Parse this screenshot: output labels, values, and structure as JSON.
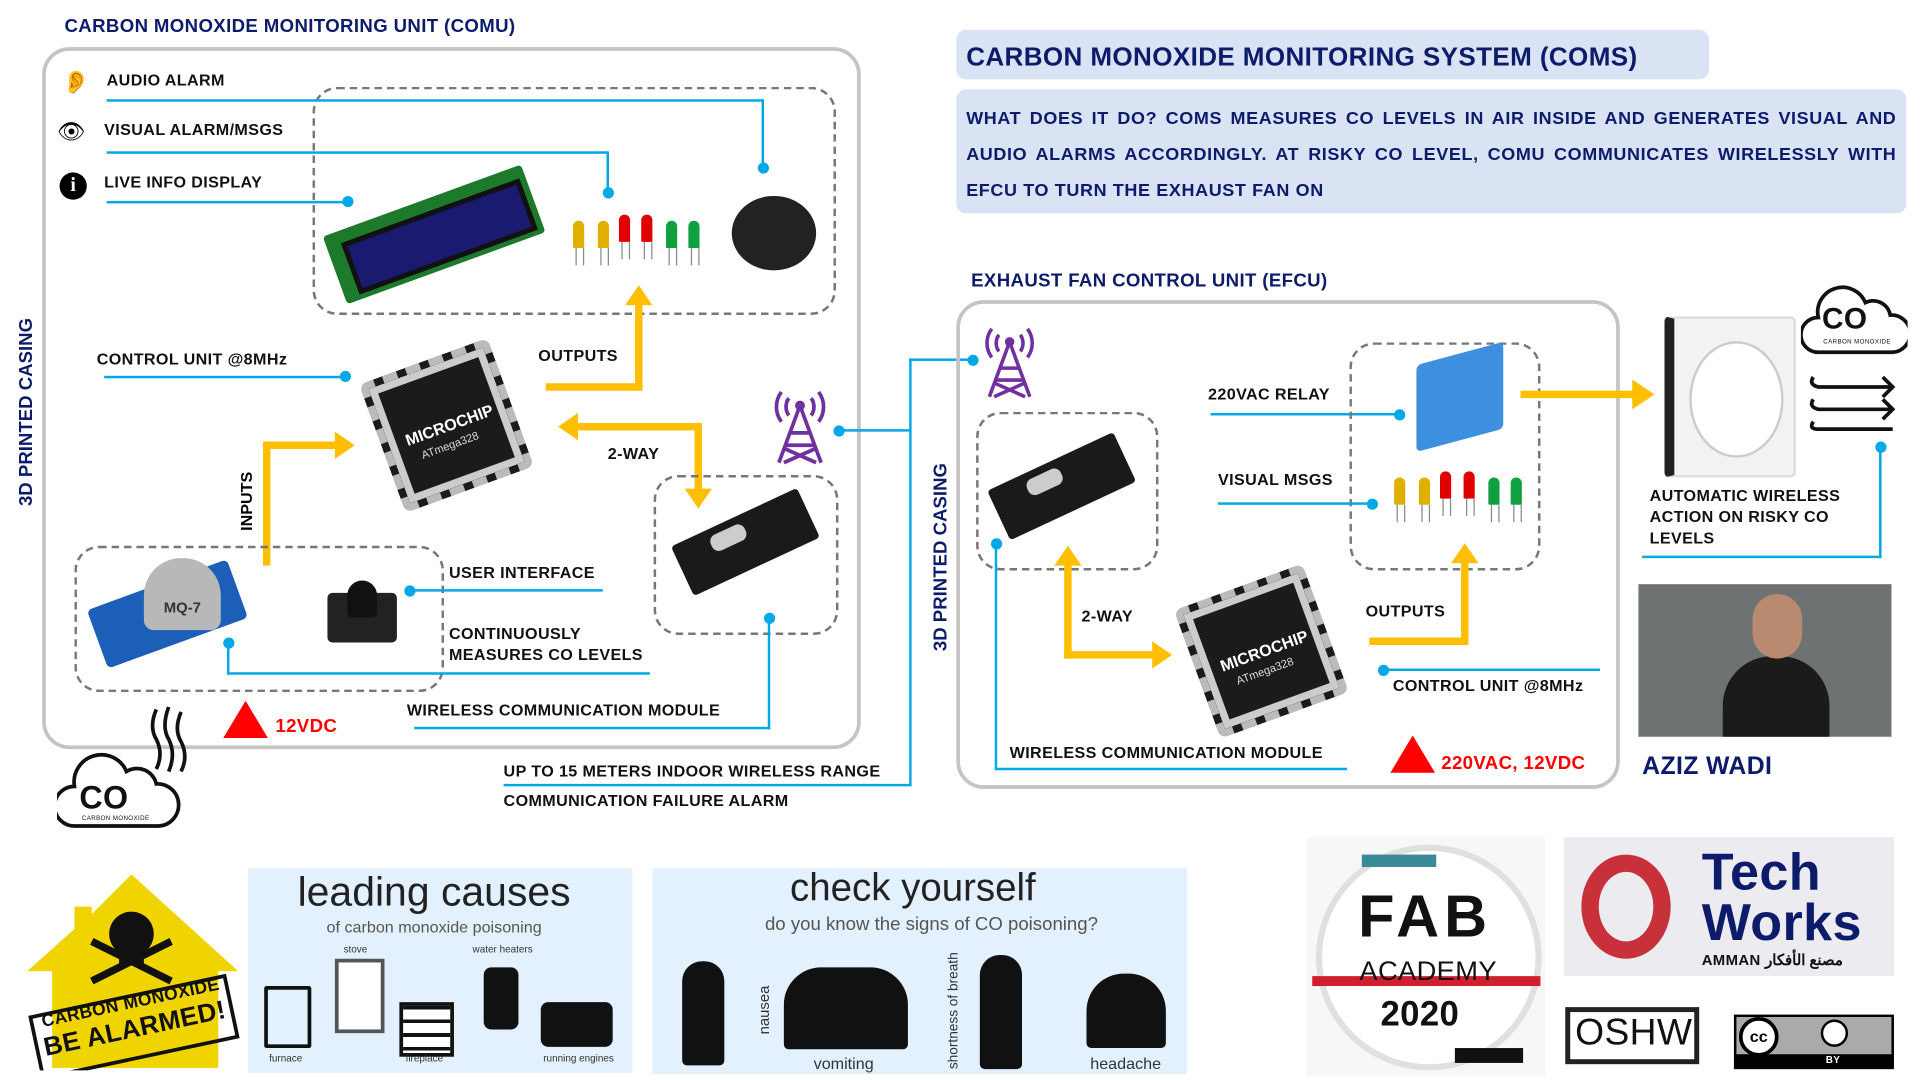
{
  "colors": {
    "navy": "#0d1b6b",
    "line": "#00a8e8",
    "arrow": "#ffbf00",
    "antenna": "#7030a0",
    "hazard": "#ff0000",
    "title_bg": "#dae3f3",
    "panel_bg": "#e3f0fd"
  },
  "comu": {
    "title": "CARBON MONOXIDE MONITORING UNIT (COMU)",
    "casing": "3D PRINTED CASING",
    "audio_alarm": "AUDIO ALARM",
    "visual_alarm": "VISUAL ALARM/MSGS",
    "live_info": "LIVE INFO DISPLAY",
    "control_unit": "CONTROL UNIT @8MHz",
    "outputs": "OUTPUTS",
    "two_way": "2-WAY",
    "inputs": "INPUTS",
    "chip_brand": "MICROCHIP",
    "chip_model": "ATmega328",
    "sensor": "MQ-7",
    "user_interface": "USER INTERFACE",
    "measures_1": "CONTINUOUSLY",
    "measures_2": "MEASURES CO LEVELS",
    "wireless": "WIRELESS COMMUNICATION MODULE",
    "power": "12VDC",
    "co": "CO",
    "co_sub": "CARBON MONOXIDE"
  },
  "link": {
    "range": "UP TO 15 METERS INDOOR WIRELESS RANGE",
    "failure": "COMMUNICATION FAILURE ALARM"
  },
  "coms": {
    "title": "CARBON MONOXIDE MONITORING SYSTEM (COMS)",
    "description": "WHAT DOES IT DO? COMS MEASURES CO LEVELS IN AIR INSIDE AND GENERATES VISUAL AND AUDIO ALARMS ACCORDINGLY. AT RISKY CO LEVEL, COMU COMMUNICATES WIRELESSLY WITH EFCU TO TURN THE EXHAUST FAN ON"
  },
  "efcu": {
    "title": "EXHAUST FAN CONTROL UNIT (EFCU)",
    "casing": "3D PRINTED CASING",
    "relay": "220VAC RELAY",
    "visual_msgs": "VISUAL MSGS",
    "two_way": "2-WAY",
    "outputs": "OUTPUTS",
    "control_unit": "CONTROL UNIT @8MHz",
    "chip_brand": "MICROCHIP",
    "chip_model": "ATmega328",
    "wireless": "WIRELESS COMMUNICATION MODULE",
    "power": "220VAC, 12VDC",
    "automatic_1": "AUTOMATIC WIRELESS",
    "automatic_2": "ACTION ON RISKY CO",
    "automatic_3": "LEVELS",
    "co": "CO",
    "co_sub": "CARBON MONOXIDE"
  },
  "author": {
    "name": "AZIZ WADI"
  },
  "sign": {
    "line1": "CARBON MONOXIDE",
    "line2": "BE ALARMED!"
  },
  "causes": {
    "title": "leading causes",
    "subtitle": "of carbon monoxide poisoning",
    "items": [
      "furnace",
      "stove",
      "fireplace",
      "water heaters",
      "running engines"
    ]
  },
  "check": {
    "title": "check yourself",
    "subtitle": "do you know the signs of CO poisoning?",
    "items": [
      "nausea",
      "vomiting",
      "shortness of breath",
      "headache"
    ]
  },
  "logos": {
    "fab": "FAB",
    "academy": "ACADEMY",
    "year": "2020",
    "tech": "Tech",
    "works": "Works",
    "amman": "AMMAN مصنع الأفكار",
    "oshw": "OSHW",
    "cc": "cc",
    "by": "BY"
  }
}
